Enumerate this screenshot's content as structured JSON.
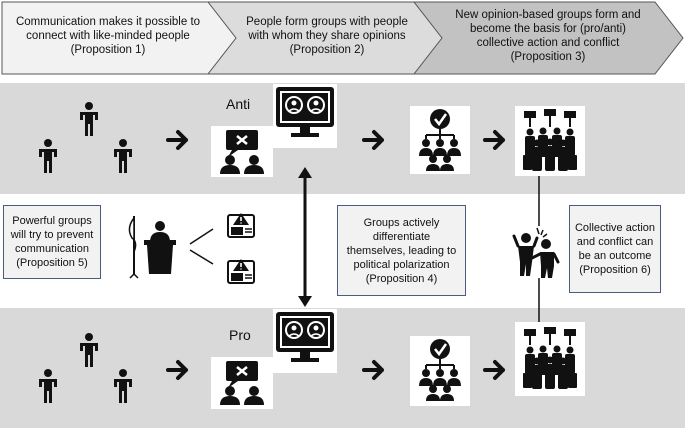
{
  "header": {
    "chevrons": [
      {
        "text": "Communication makes it possible to connect with like-minded people (Proposition 1)",
        "fill": "#f2f2f2"
      },
      {
        "text": "People form groups with people with whom they share opinions (Proposition 2)",
        "fill": "#dcdcdc"
      },
      {
        "text": "New opinion-based groups form and become the basis for (pro/anti) collective action and conflict (Proposition 3)",
        "fill": "#c2c2c2"
      }
    ]
  },
  "rows": {
    "top_label": "Anti",
    "bottom_label": "Pro"
  },
  "middle": {
    "powerful_groups": "Powerful groups will try to prevent communication (Proposition 5)",
    "polarization": "Groups actively differentiate themselves, leading to political polarization (Proposition 4)",
    "conflict": "Collective action and conflict can be an outcome (Proposition 6)"
  },
  "colors": {
    "band": "#d9d9d9",
    "box_border": "#4a5d7e",
    "icon": "#111111"
  }
}
